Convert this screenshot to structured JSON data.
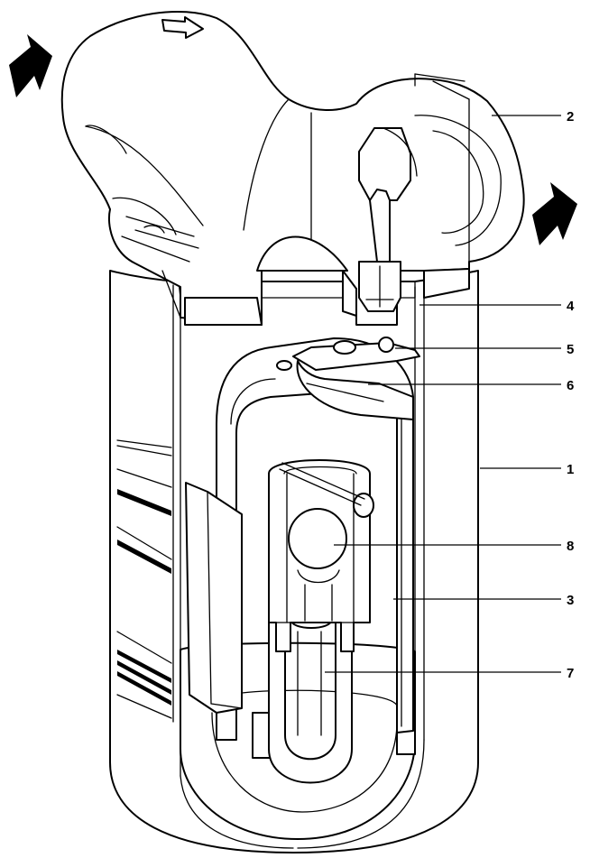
{
  "callouts": [
    {
      "id": "cal-2",
      "label": "2"
    },
    {
      "id": "cal-4",
      "label": "4"
    },
    {
      "id": "cal-5",
      "label": "5"
    },
    {
      "id": "cal-6",
      "label": "6"
    },
    {
      "id": "cal-1",
      "label": "1"
    },
    {
      "id": "cal-8",
      "label": "8"
    },
    {
      "id": "cal-3",
      "label": "3"
    },
    {
      "id": "cal-7",
      "label": "7"
    }
  ],
  "colors": {
    "line": "#000000",
    "fill": "#ffffff"
  },
  "icons": [
    "flow-direction-arrow-in",
    "flow-direction-arrow-out",
    "flow-direction-cast-arrow"
  ]
}
